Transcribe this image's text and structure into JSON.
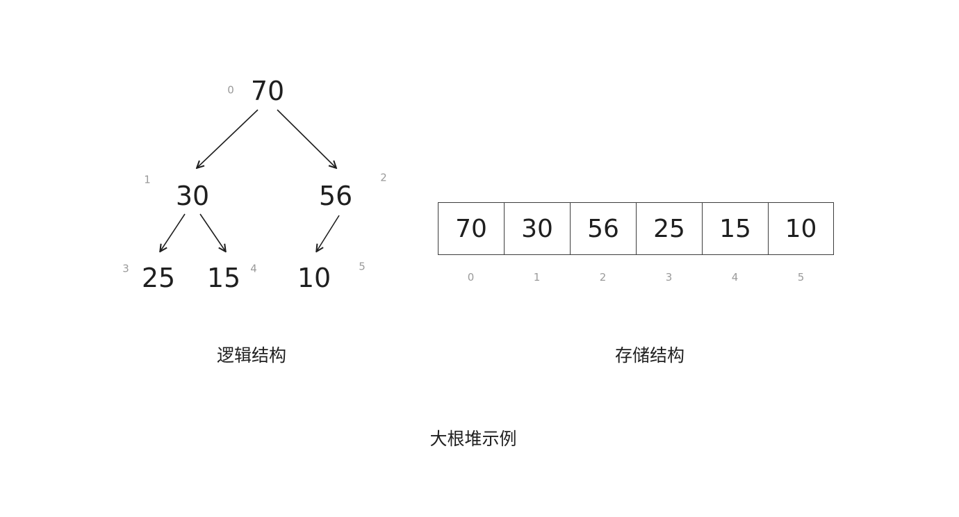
{
  "tree": {
    "label": "逻辑结构",
    "nodes": [
      {
        "value": "70",
        "index": "0"
      },
      {
        "value": "30",
        "index": "1"
      },
      {
        "value": "56",
        "index": "2"
      },
      {
        "value": "25",
        "index": "3"
      },
      {
        "value": "15",
        "index": "4"
      },
      {
        "value": "10",
        "index": "5"
      }
    ],
    "edges": [
      "70-30",
      "70-56",
      "30-25",
      "30-15",
      "56-10"
    ]
  },
  "array": {
    "label": "存储结构",
    "cells": [
      {
        "value": "70",
        "index": "0"
      },
      {
        "value": "30",
        "index": "1"
      },
      {
        "value": "56",
        "index": "2"
      },
      {
        "value": "25",
        "index": "3"
      },
      {
        "value": "15",
        "index": "4"
      },
      {
        "value": "10",
        "index": "5"
      }
    ]
  },
  "caption": "大根堆示例",
  "colors": {
    "background": "#ffffff",
    "text": "#1f1f1f",
    "index_label": "#9a9a9a",
    "border": "#3c3c3c",
    "arrow": "#1f1f1f"
  }
}
